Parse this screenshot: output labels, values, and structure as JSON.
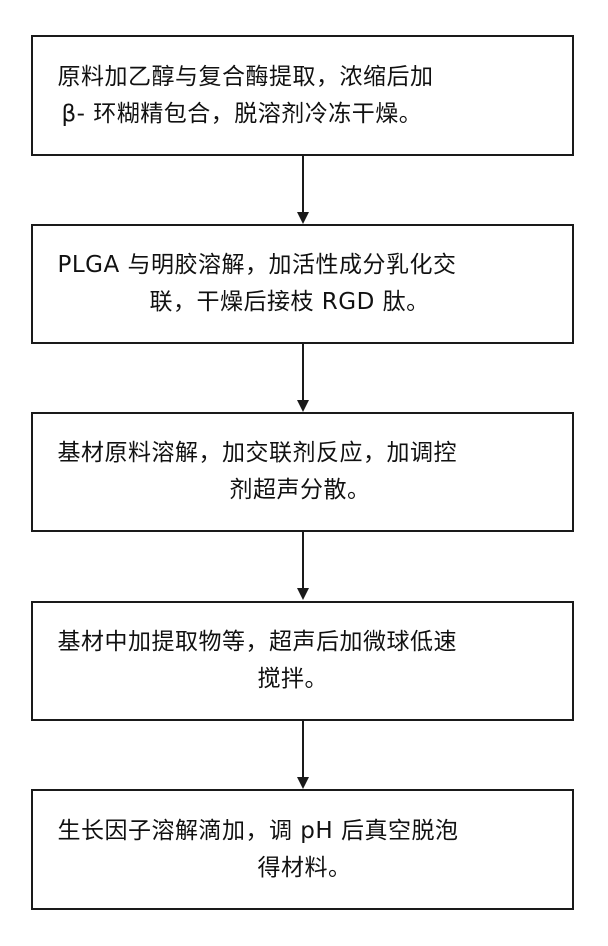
{
  "steps": [
    {
      "line1": "原料加乙醇与复合酶提取，浓缩后加",
      "line2": "β- 环糊精包合，脱溶剂冷冻干燥。"
    },
    {
      "line1": "PLGA 与明胶溶解，加活性成分乳化交",
      "line2": "联，干燥后接枝 RGD 肽。"
    },
    {
      "line1": "基材原料溶解，加交联剂反应，加调控",
      "line2": "剂超声分散。"
    },
    {
      "line1": "基材中加提取物等，超声后加微球低速",
      "line2": "搅拌。"
    },
    {
      "line1": "生长因子溶解滴加，调 pH 后真空脱泡",
      "line2": "得材料。"
    }
  ]
}
